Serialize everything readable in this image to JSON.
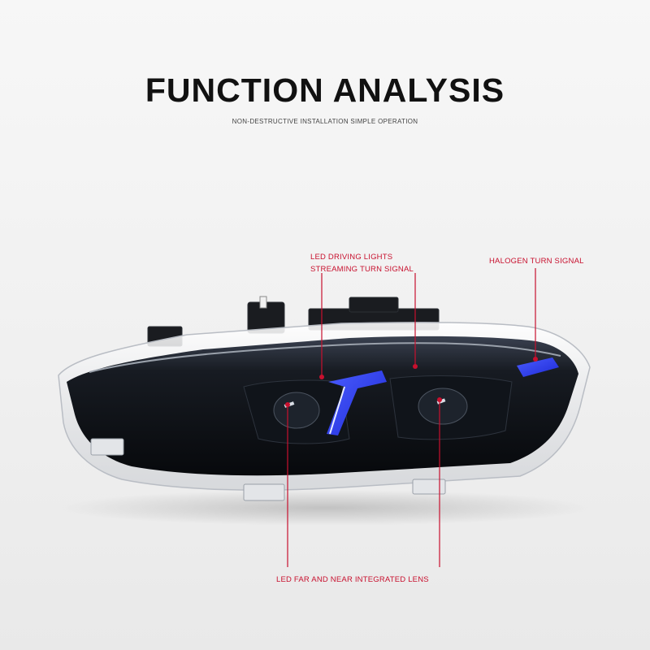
{
  "header": {
    "title": "FUNCTION ANALYSIS",
    "subtitle": "NON-DESTRUCTIVE INSTALLATION SIMPLE OPERATION"
  },
  "callouts": {
    "led_driving": "LED DRIVING LIGHTS",
    "streaming_turn": "STREAMING TURN SIGNAL",
    "halogen_turn": "HALOGEN TURN SIGNAL",
    "led_lens": "LED FAR AND NEAR INTEGRATED LENS"
  },
  "colors": {
    "callout": "#c8102e",
    "accent_blue": "#2b3cff",
    "housing": "#0e1116"
  }
}
